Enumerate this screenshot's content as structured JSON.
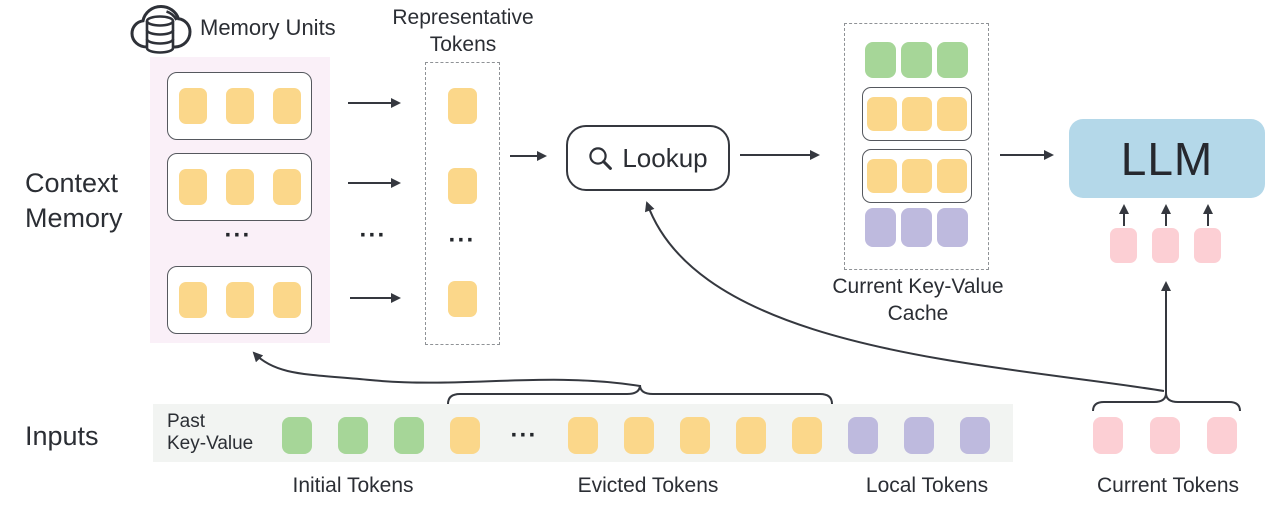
{
  "palette": {
    "yellow_token": "#fbd78a",
    "green_token": "#a6d698",
    "purple_token": "#bebade",
    "pink_token": "#fccfd4",
    "llm_blue": "#b4d8e9",
    "memory_panel_bg": "#faf0f8",
    "inputs_bar_bg": "#f2f4f2",
    "stroke": "#35383f",
    "text": "#2b2e34",
    "box_border": "#55585e",
    "dash_border": "#8f9296"
  },
  "labels": {
    "context_memory": {
      "line1": "Context",
      "line2": "Memory"
    },
    "inputs": "Inputs",
    "memory_units": "Memory Units",
    "representative": {
      "line1": "Representative",
      "line2": "Tokens"
    },
    "lookup": "Lookup",
    "cache": {
      "line1": "Current Key-Value",
      "line2": "Cache"
    },
    "llm": "LLM",
    "past_kv": {
      "line1": "Past",
      "line2": "Key-Value"
    },
    "groups": {
      "initial": "Initial Tokens",
      "evicted": "Evicted Tokens",
      "local": "Local Tokens",
      "current": "Current Tokens"
    },
    "ellipsis": "···"
  },
  "diagram": {
    "memory_unit_tokens": [
      "tok-y",
      "tok-y",
      "tok-y"
    ],
    "representative_token": [
      "tok-y"
    ],
    "cache_green_row": [
      "tok-g",
      "tok-g",
      "tok-g"
    ],
    "cache_unit_row": [
      "tok-y",
      "tok-y",
      "tok-y"
    ],
    "cache_purple_row": [
      "tok-p",
      "tok-p",
      "tok-p"
    ],
    "input_sequence": [
      "tok-g",
      "tok-g",
      "tok-g",
      "tok-y",
      "dots",
      "tok-y",
      "tok-y",
      "tok-y",
      "tok-y",
      "tok-y",
      "tok-p",
      "tok-p",
      "tok-p"
    ],
    "current_tokens": [
      "tok-pk",
      "tok-pk",
      "tok-pk"
    ],
    "llm_input_tokens": [
      "tok-pk",
      "tok-pk",
      "tok-pk"
    ]
  }
}
